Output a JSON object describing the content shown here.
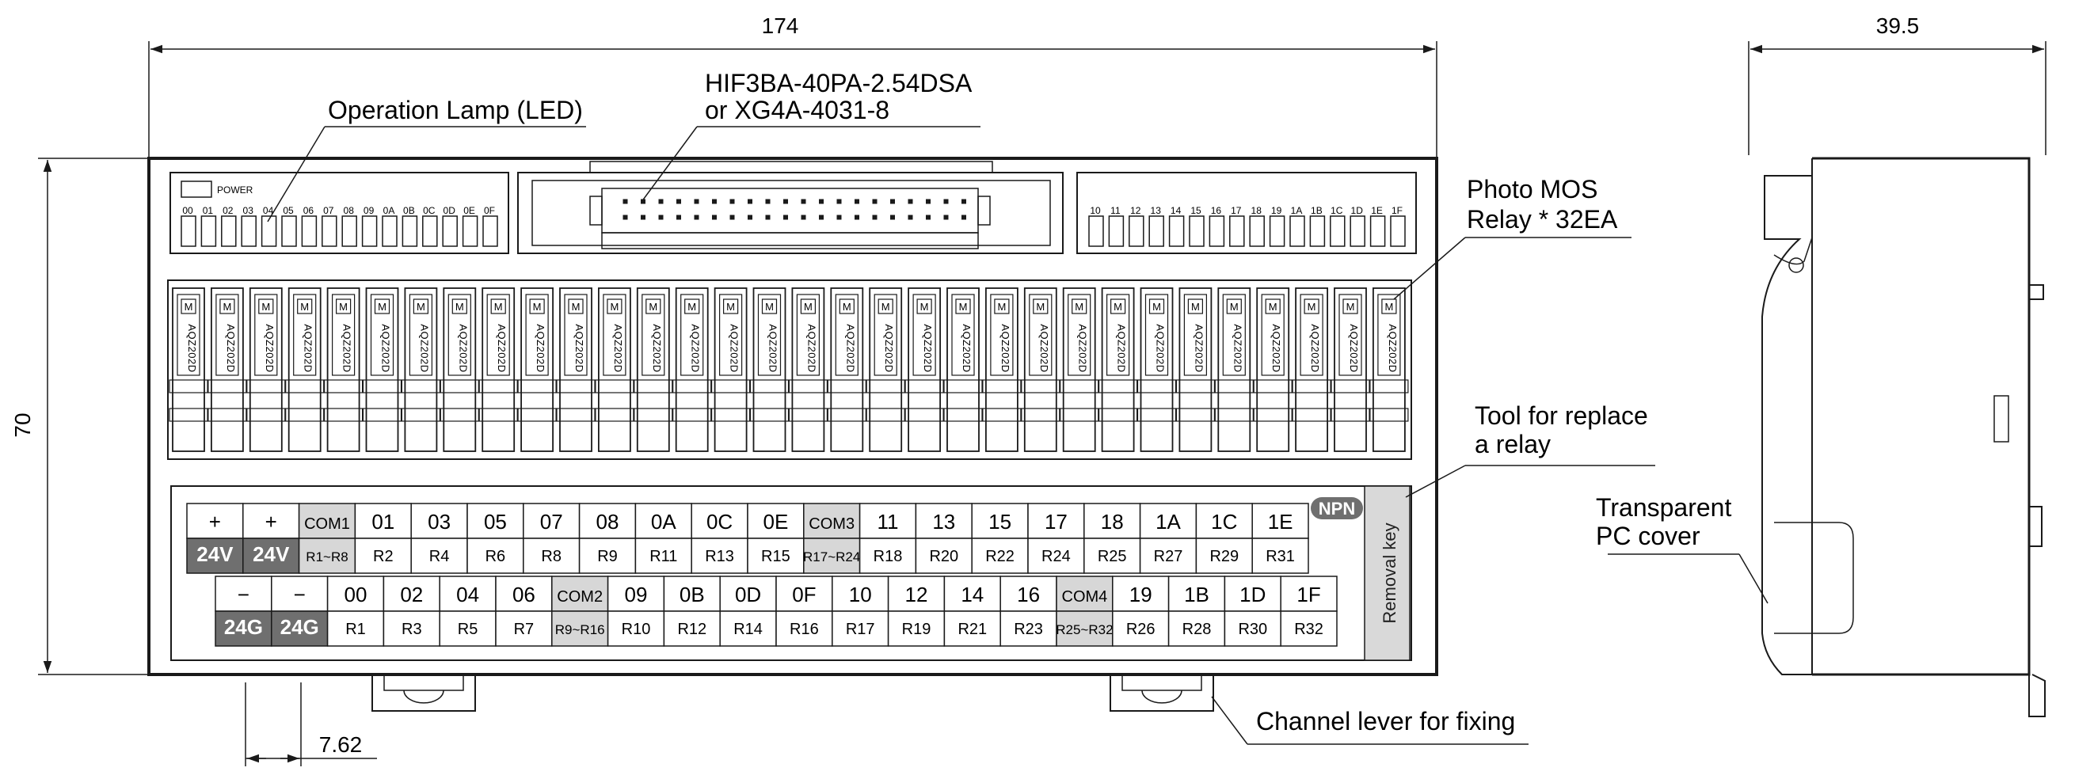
{
  "dimensions": {
    "width": "174",
    "depth": "39.5",
    "height": "70",
    "pitch": "7.62"
  },
  "callouts": {
    "operation_lamp": "Operation Lamp (LED)",
    "connector_line1": "HIF3BA-40PA-2.54DSA",
    "connector_line2": "or XG4A-4031-8",
    "photo_mos_line1": "Photo MOS",
    "photo_mos_line2": "Relay * 32EA",
    "tool_line1": "Tool for replace",
    "tool_line2": "a relay",
    "pc_cover_line1": "Transparent",
    "pc_cover_line2": "PC cover",
    "channel_lever": "Channel lever for fixing"
  },
  "power_label": "POWER",
  "led_labels_left": [
    "00",
    "01",
    "02",
    "03",
    "04",
    "05",
    "06",
    "07",
    "08",
    "09",
    "0A",
    "0B",
    "0C",
    "0D",
    "0E",
    "0F"
  ],
  "led_labels_right": [
    "10",
    "11",
    "12",
    "13",
    "14",
    "15",
    "16",
    "17",
    "18",
    "19",
    "1A",
    "1B",
    "1C",
    "1D",
    "1E",
    "1F"
  ],
  "relay_marking": "M",
  "relay_part": "AQZ202D",
  "relay_count": 32,
  "npn_badge": "NPN",
  "removal_key": "Removal key",
  "terminals_top": [
    {
      "top": "+",
      "bottom": "24V"
    },
    {
      "top": "+",
      "bottom": "24V"
    },
    {
      "top": "COM1",
      "bottom": "R1~R8"
    },
    {
      "top": "01",
      "bottom": "R2"
    },
    {
      "top": "03",
      "bottom": "R4"
    },
    {
      "top": "05",
      "bottom": "R6"
    },
    {
      "top": "07",
      "bottom": "R8"
    },
    {
      "top": "08",
      "bottom": "R9"
    },
    {
      "top": "0A",
      "bottom": "R11"
    },
    {
      "top": "0C",
      "bottom": "R13"
    },
    {
      "top": "0E",
      "bottom": "R15"
    },
    {
      "top": "COM3",
      "bottom": "R17~R24"
    },
    {
      "top": "11",
      "bottom": "R18"
    },
    {
      "top": "13",
      "bottom": "R20"
    },
    {
      "top": "15",
      "bottom": "R22"
    },
    {
      "top": "17",
      "bottom": "R24"
    },
    {
      "top": "18",
      "bottom": "R25"
    },
    {
      "top": "1A",
      "bottom": "R27"
    },
    {
      "top": "1C",
      "bottom": "R29"
    },
    {
      "top": "1E",
      "bottom": "R31"
    }
  ],
  "terminals_bottom": [
    {
      "top": "−",
      "bottom": "24G"
    },
    {
      "top": "−",
      "bottom": "24G"
    },
    {
      "top": "00",
      "bottom": "R1"
    },
    {
      "top": "02",
      "bottom": "R3"
    },
    {
      "top": "04",
      "bottom": "R5"
    },
    {
      "top": "06",
      "bottom": "R7"
    },
    {
      "top": "COM2",
      "bottom": "R9~R16"
    },
    {
      "top": "09",
      "bottom": "R10"
    },
    {
      "top": "0B",
      "bottom": "R12"
    },
    {
      "top": "0D",
      "bottom": "R14"
    },
    {
      "top": "0F",
      "bottom": "R16"
    },
    {
      "top": "10",
      "bottom": "R17"
    },
    {
      "top": "12",
      "bottom": "R19"
    },
    {
      "top": "14",
      "bottom": "R21"
    },
    {
      "top": "16",
      "bottom": "R23"
    },
    {
      "top": "COM4",
      "bottom": "R25~R32"
    },
    {
      "top": "19",
      "bottom": "R26"
    },
    {
      "top": "1B",
      "bottom": "R28"
    },
    {
      "top": "1D",
      "bottom": "R30"
    },
    {
      "top": "1F",
      "bottom": "R32"
    }
  ],
  "colors": {
    "line": "#1a1a1a",
    "power_terminal_bg": "#6f6f6f",
    "com_cell_bg": "#d7d7d7",
    "npn_bg": "#6f6f6f",
    "removal_key_bg": "#d9d9d9"
  }
}
